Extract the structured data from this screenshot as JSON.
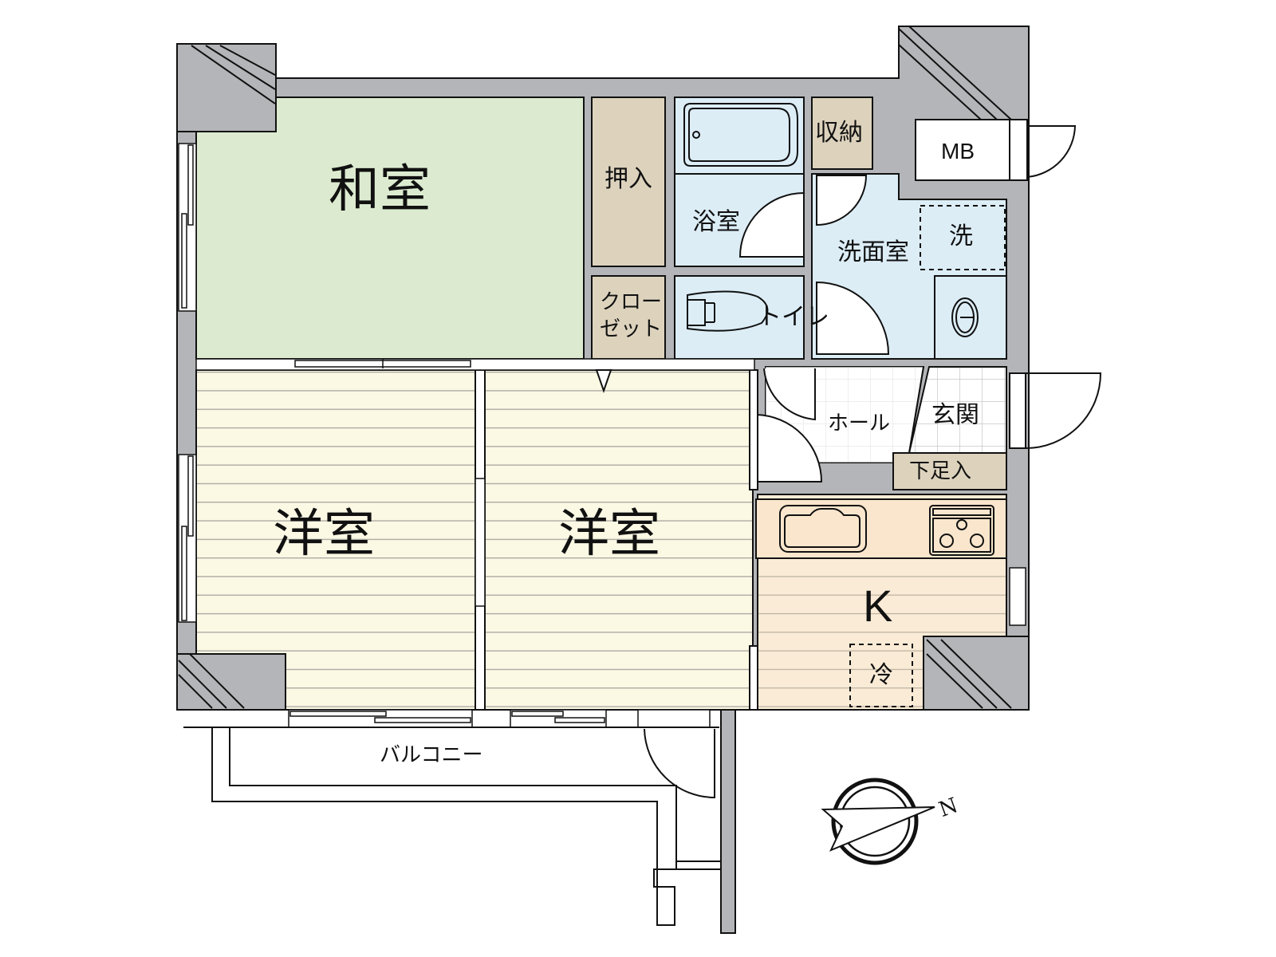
{
  "floor_plan": {
    "colors": {
      "wall": "#b4b5b8",
      "washitsu": "#dcebd0",
      "yoshitsu": "#fbf8e4",
      "storage": "#ddd3bd",
      "wet": "#dcedf6",
      "kitchen": "#faebd6",
      "counter": "#f9e6cc",
      "line": "#111111"
    },
    "rooms": {
      "washitsu": "和室",
      "oshiire": "押入",
      "closet_line1": "クロー",
      "closet_line2": "ゼット",
      "bath": "浴室",
      "shuno": "収納",
      "mb": "MB",
      "senmenshitsu": "洗面室",
      "washer": "洗",
      "toilet": "トイレ",
      "hall": "ホール",
      "genkan": "玄関",
      "getabako": "下足入",
      "yoshitsu_west": "洋室",
      "yoshitsu_east": "洋室",
      "kitchen": "K",
      "fridge": "冷",
      "balcony": "バルコニー"
    },
    "compass": {
      "label": "N"
    }
  }
}
